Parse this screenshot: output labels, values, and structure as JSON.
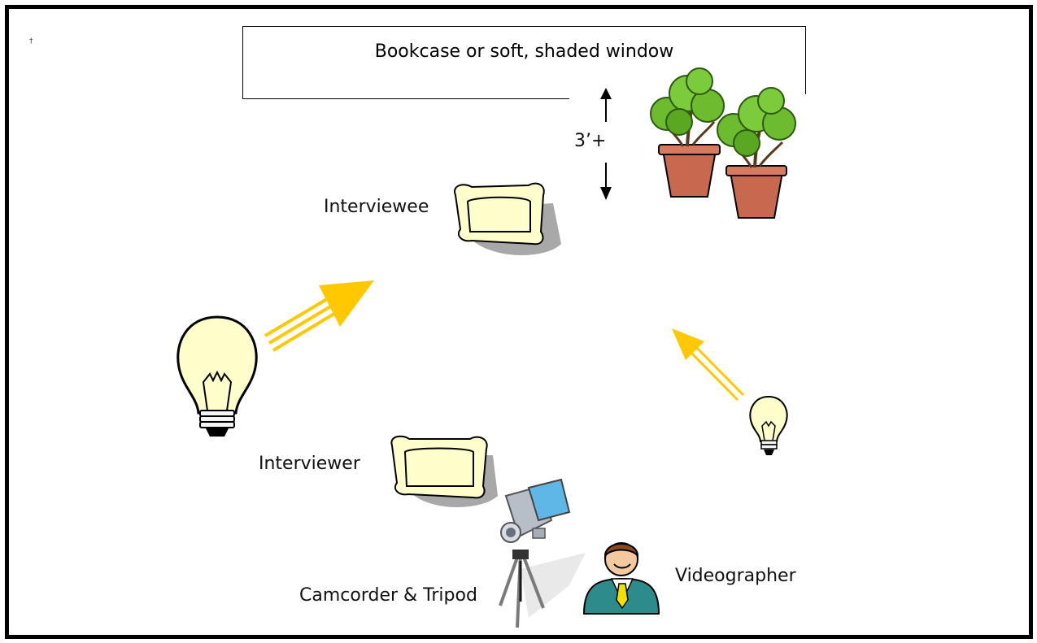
{
  "labels": {
    "bookcase": "Bookcase or soft, shaded window",
    "distance": "3’+",
    "interviewee": "Interviewee",
    "interviewer": "Interviewer",
    "camcorder": "Camcorder & Tripod",
    "videographer": "Videographer"
  },
  "colors": {
    "frame": "#000000",
    "light_beam": "#FFC800",
    "bulb_glass": "#FFFFCC",
    "chair_fill": "#FFFFCC",
    "chair_shadow": "#9E9E9E",
    "pot": "#C8694F",
    "foliage": "#6DBB2F",
    "suit": "#2E8B8B",
    "tie": "#F2E000"
  }
}
